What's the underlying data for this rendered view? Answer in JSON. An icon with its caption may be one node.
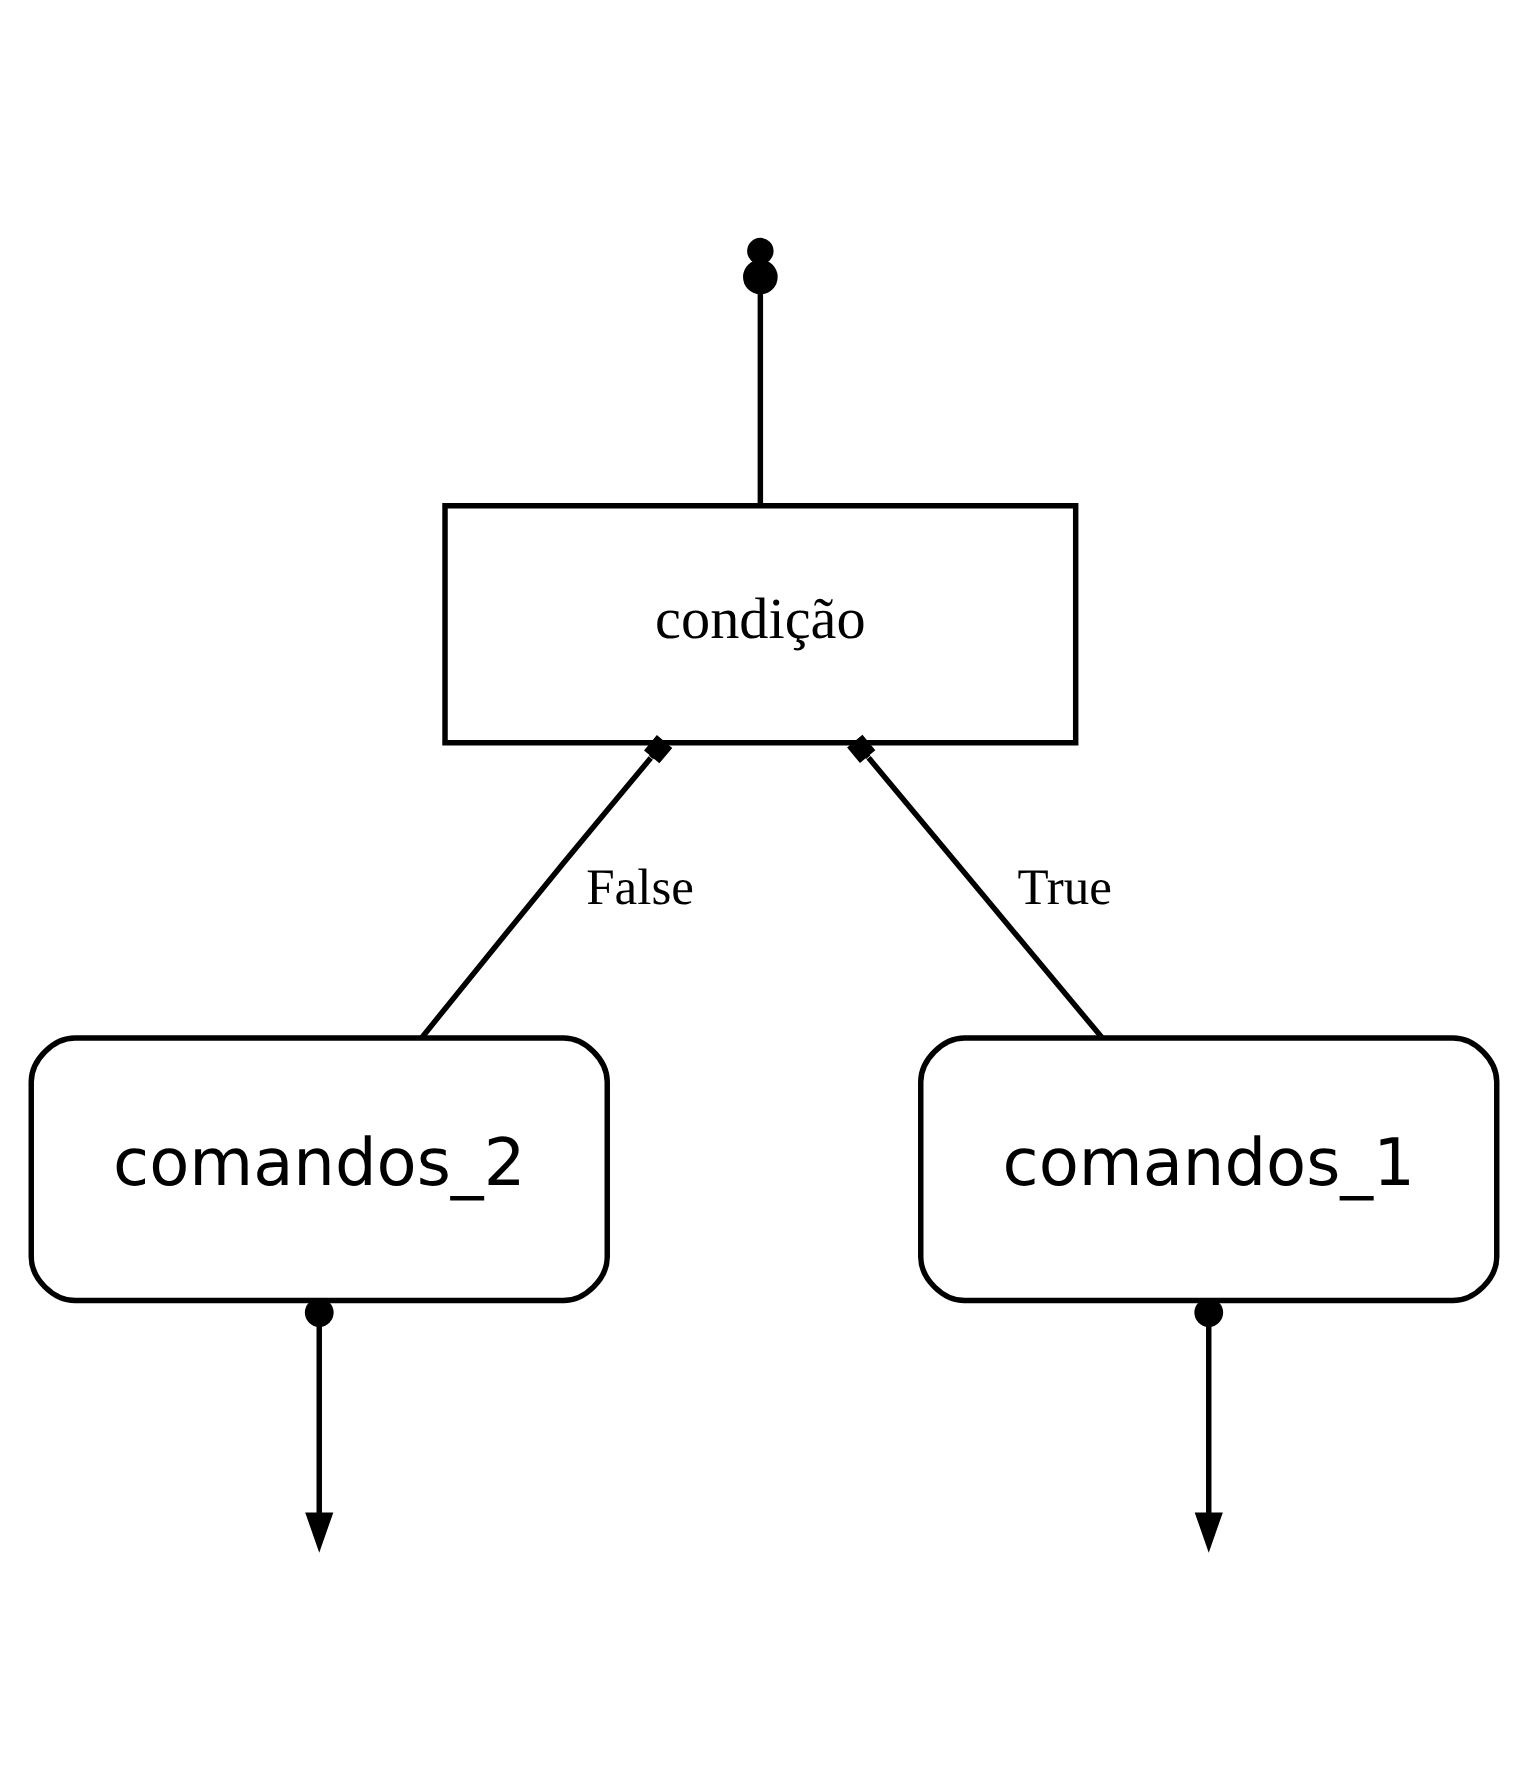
{
  "diagram": {
    "nodes": [
      {
        "text": [
          "condição"
        ]
      },
      {
        "text": [
          "comandos_2"
        ]
      },
      {
        "text": [
          "comandos_1"
        ]
      }
    ],
    "edges": [
      {
        "from": null,
        "to": 0,
        "arrow": "other"
      },
      {
        "from": 0,
        "to": 1,
        "arrow": "other",
        "label": "False"
      },
      {
        "from": 0,
        "to": 2,
        "arrow": "other",
        "label": "True"
      },
      {
        "from": 1,
        "to": null,
        "arrow": "to"
      },
      {
        "from": 2,
        "to": null,
        "arrow": "to"
      }
    ]
  }
}
